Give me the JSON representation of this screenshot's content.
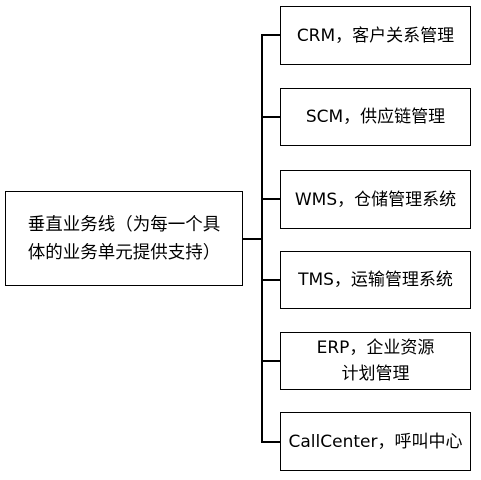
{
  "diagram": {
    "root": {
      "lines": [
        "垂直业务线（为每一个具",
        "体的业务单元提供支持）"
      ]
    },
    "children": [
      {
        "label": "CRM，客户关系管理"
      },
      {
        "label": "SCM，供应链管理"
      },
      {
        "label": "WMS，仓储管理系统"
      },
      {
        "label": "TMS，运输管理系统"
      },
      {
        "label": "ERP，企业资源计划管理"
      },
      {
        "label": "CallCenter，呼叫中心"
      }
    ]
  }
}
